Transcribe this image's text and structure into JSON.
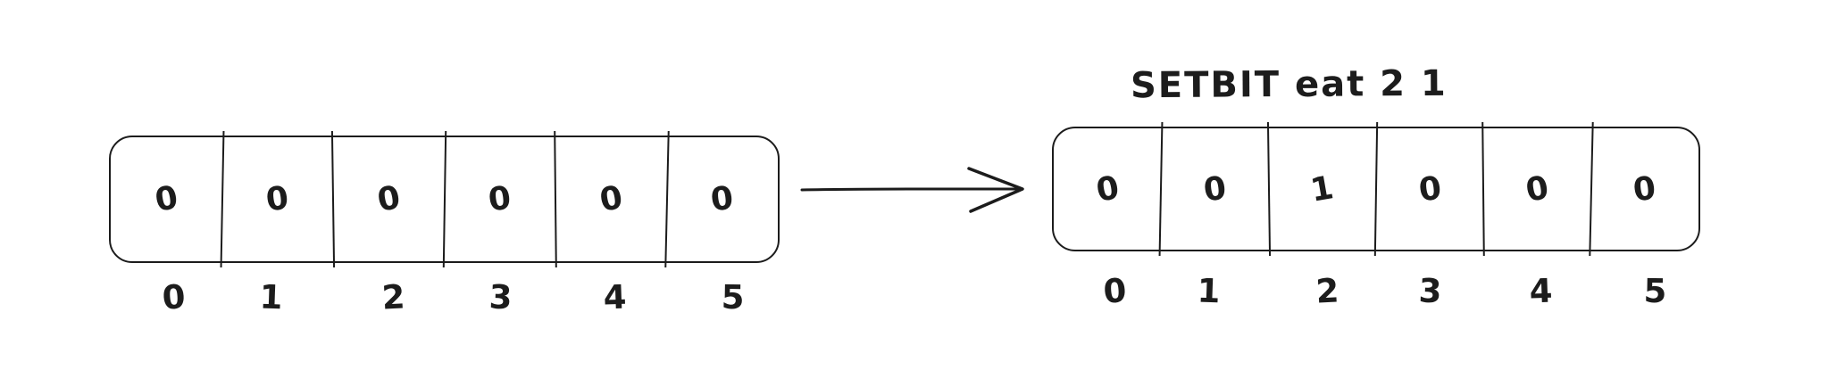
{
  "colors": {
    "ink": "#1c1c1c",
    "background": "#ffffff"
  },
  "diagram": {
    "command_label": "SETBIT eat 2 1",
    "before_array": {
      "cells": [
        "0",
        "0",
        "0",
        "0",
        "0",
        "0"
      ],
      "indices": [
        "0",
        "1",
        "2",
        "3",
        "4",
        "5"
      ]
    },
    "after_array": {
      "cells": [
        "0",
        "0",
        "1",
        "0",
        "0",
        "0"
      ],
      "indices": [
        "0",
        "1",
        "2",
        "3",
        "4",
        "5"
      ]
    }
  }
}
